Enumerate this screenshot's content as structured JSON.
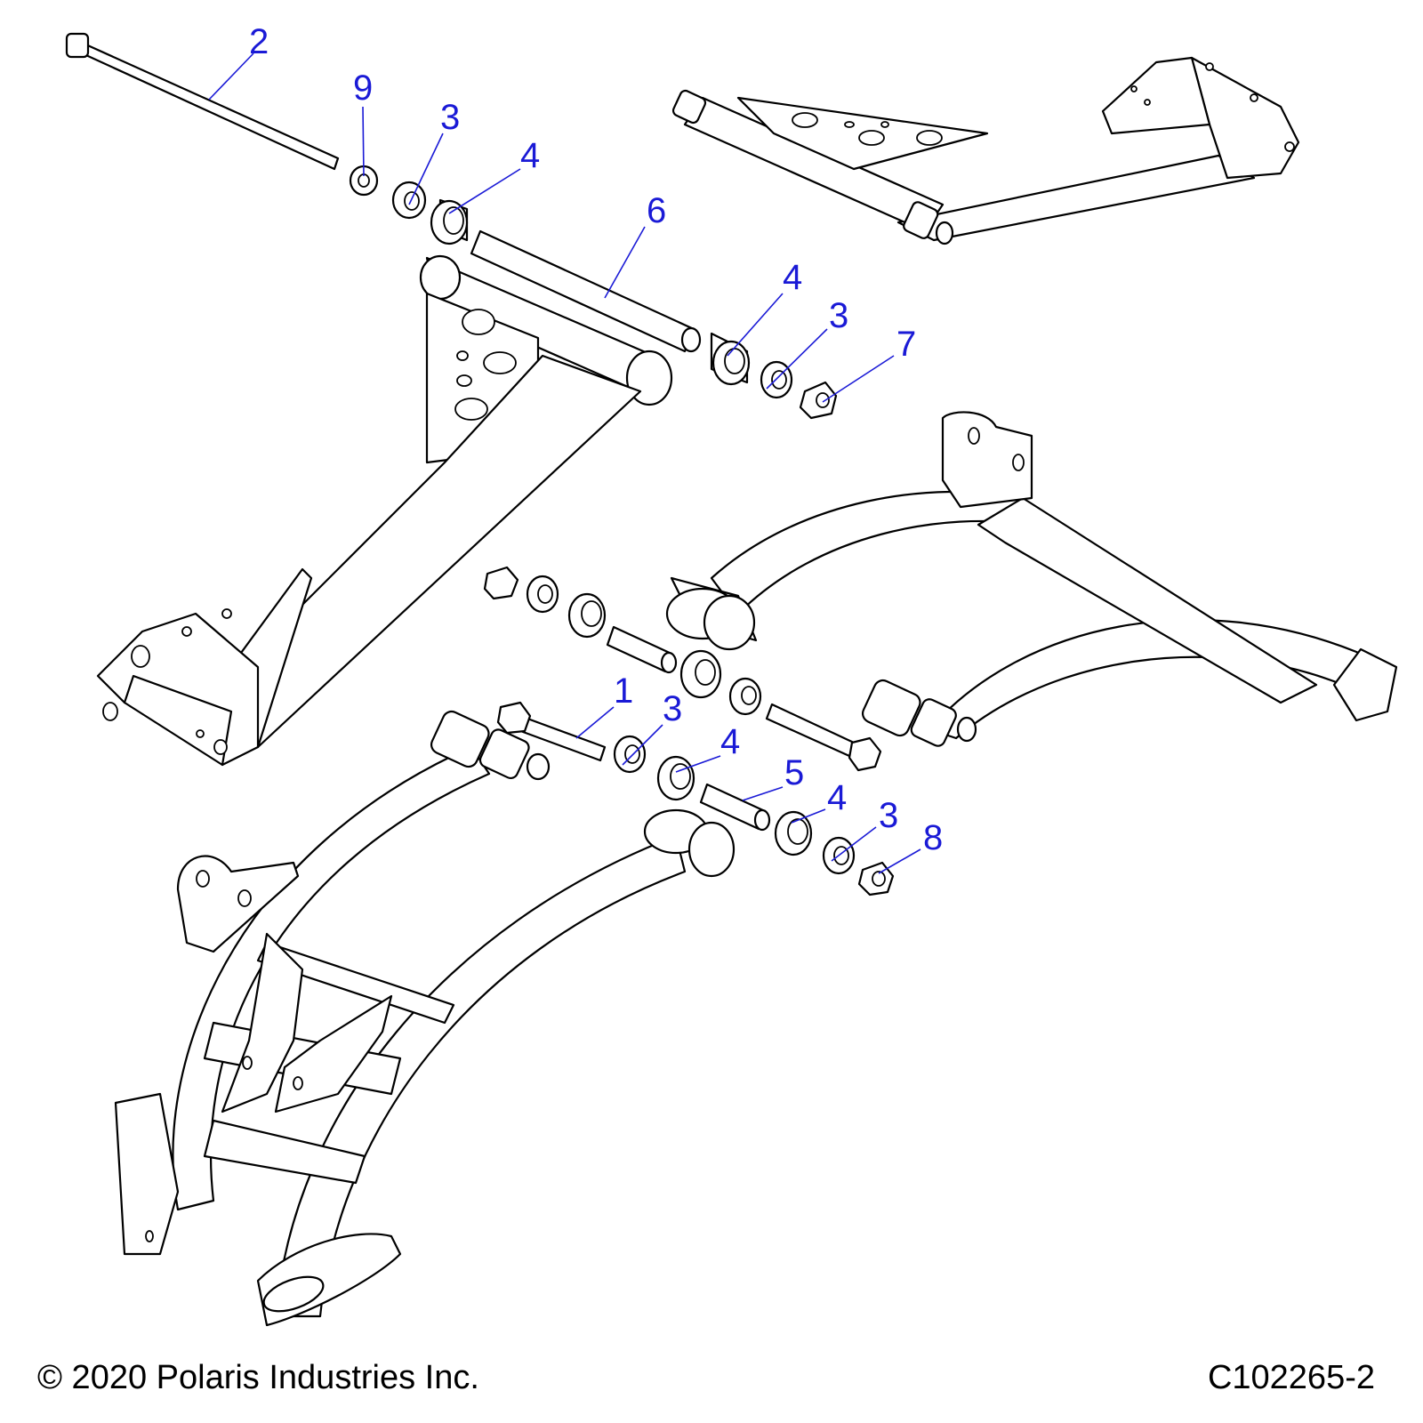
{
  "diagram": {
    "callouts": [
      {
        "label": "2"
      },
      {
        "label": "9"
      },
      {
        "label": "3"
      },
      {
        "label": "4"
      },
      {
        "label": "6"
      },
      {
        "label": "4"
      },
      {
        "label": "3"
      },
      {
        "label": "7"
      },
      {
        "label": "1"
      },
      {
        "label": "3"
      },
      {
        "label": "4"
      },
      {
        "label": "5"
      },
      {
        "label": "4"
      },
      {
        "label": "3"
      },
      {
        "label": "8"
      }
    ],
    "colors": {
      "callout": "#1a1ad6",
      "line": "#000000",
      "fill": "#ffffff"
    }
  },
  "footer": {
    "copyright": "© 2020 Polaris Industries Inc.",
    "drawing_number": "C102265-2"
  }
}
